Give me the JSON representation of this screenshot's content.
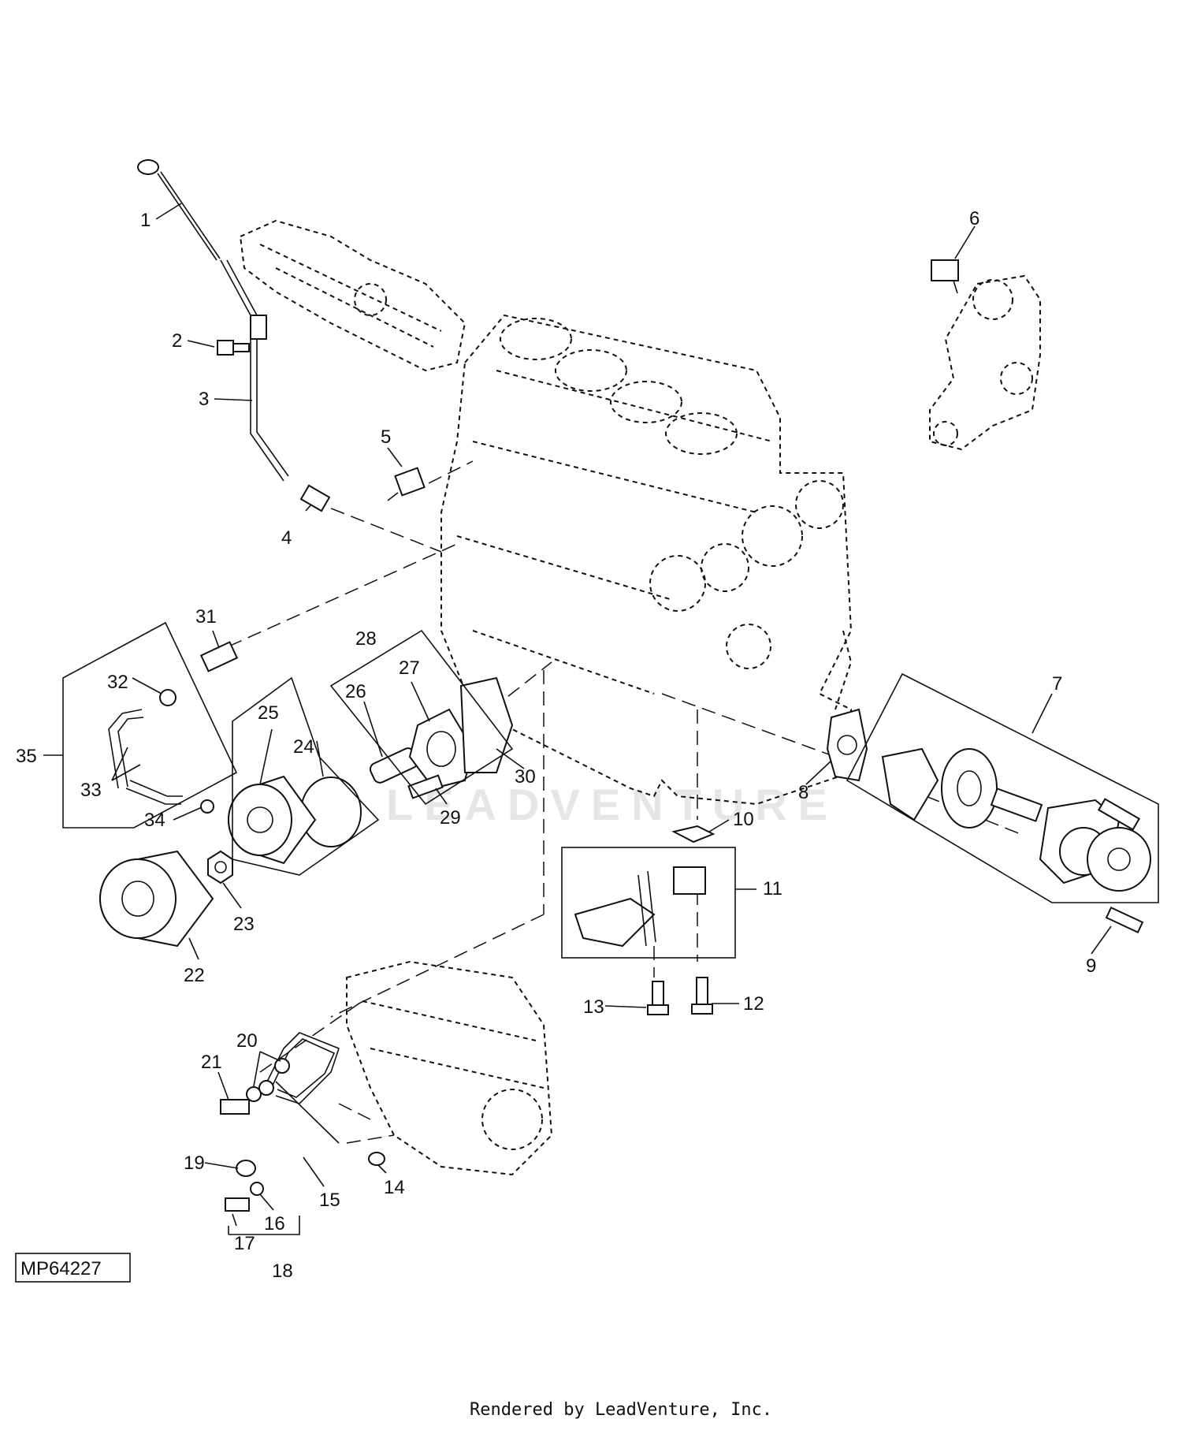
{
  "figure_id": "MP64227",
  "credit": "Rendered by LeadVenture, Inc.",
  "watermark": "LEADVENTURE",
  "callouts": [
    "1",
    "2",
    "3",
    "4",
    "5",
    "6",
    "7",
    "8",
    "9",
    "10",
    "11",
    "12",
    "13",
    "14",
    "15",
    "16",
    "17",
    "18",
    "19",
    "20",
    "21",
    "22",
    "23",
    "24",
    "25",
    "26",
    "27",
    "28",
    "29",
    "30",
    "31",
    "32",
    "33",
    "34",
    "35"
  ]
}
